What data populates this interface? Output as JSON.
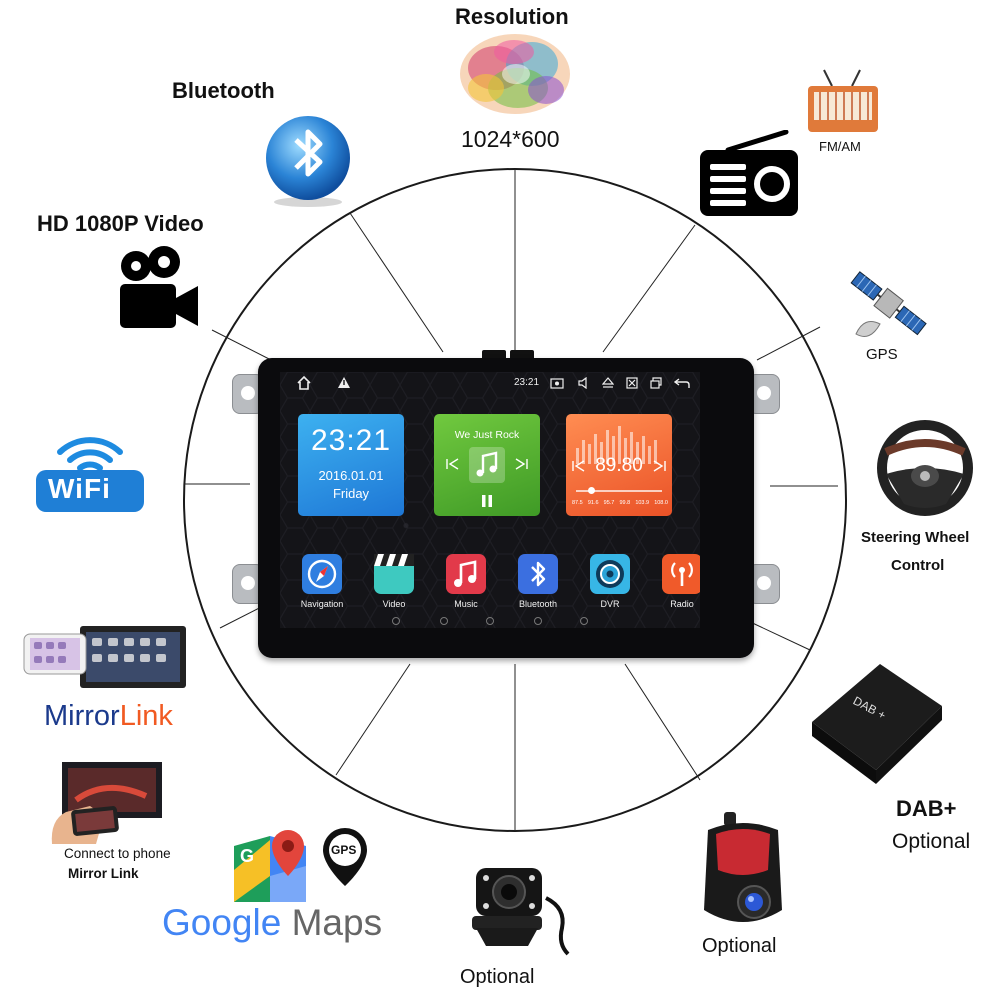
{
  "features": {
    "resolution": {
      "title": "Resolution",
      "value": "1024*600"
    },
    "bluetooth": {
      "title": "Bluetooth"
    },
    "video": {
      "title": "HD 1080P Video"
    },
    "fm_am": {
      "title": "FM/AM"
    },
    "gps": {
      "title": "GPS"
    },
    "steering": {
      "line1": "Steering Wheel",
      "line2": "Control"
    },
    "dab": {
      "title": "DAB+",
      "sub": "Optional",
      "box_label": "DAB +"
    },
    "dvr_optional": {
      "title": "Optional"
    },
    "camera_optional": {
      "title": "Optional"
    },
    "google_maps": {
      "google": "Google",
      "maps": "Maps",
      "gps_pin": "GPS"
    },
    "phone_link": {
      "line1": "Connect to phone",
      "line2": "Mirror Link"
    },
    "mirrorlink": {
      "mirror": "Mirror",
      "link": "Link"
    },
    "wifi": {
      "title": "WiFi"
    }
  },
  "screen": {
    "status_time": "23:21",
    "clock": {
      "time": "23:21",
      "date": "2016.01.01",
      "day": "Friday"
    },
    "music": {
      "track": "We Just Rock"
    },
    "radio": {
      "frequency": "89.80",
      "scale": [
        "87.5",
        "91.6",
        "95.7",
        "99.8",
        "103.9",
        "108.0"
      ]
    },
    "apps": [
      {
        "label": "Navigation",
        "color": "#2f7ee0"
      },
      {
        "label": "Video",
        "color": "#3ec9c0"
      },
      {
        "label": "Music",
        "color": "#e23a4a"
      },
      {
        "label": "Bluetooth",
        "color": "#3b6fe0"
      },
      {
        "label": "DVR",
        "color": "#37b6e6"
      },
      {
        "label": "Radio",
        "color": "#f05a2a"
      }
    ]
  },
  "colors": {
    "clock_tile": "#2b93e6",
    "music_tile": "#58b533",
    "radio_tile": "#f36c3a",
    "mirrorlink_orange": "#f15a22",
    "mirrorlink_blue": "#1b3a8c"
  }
}
